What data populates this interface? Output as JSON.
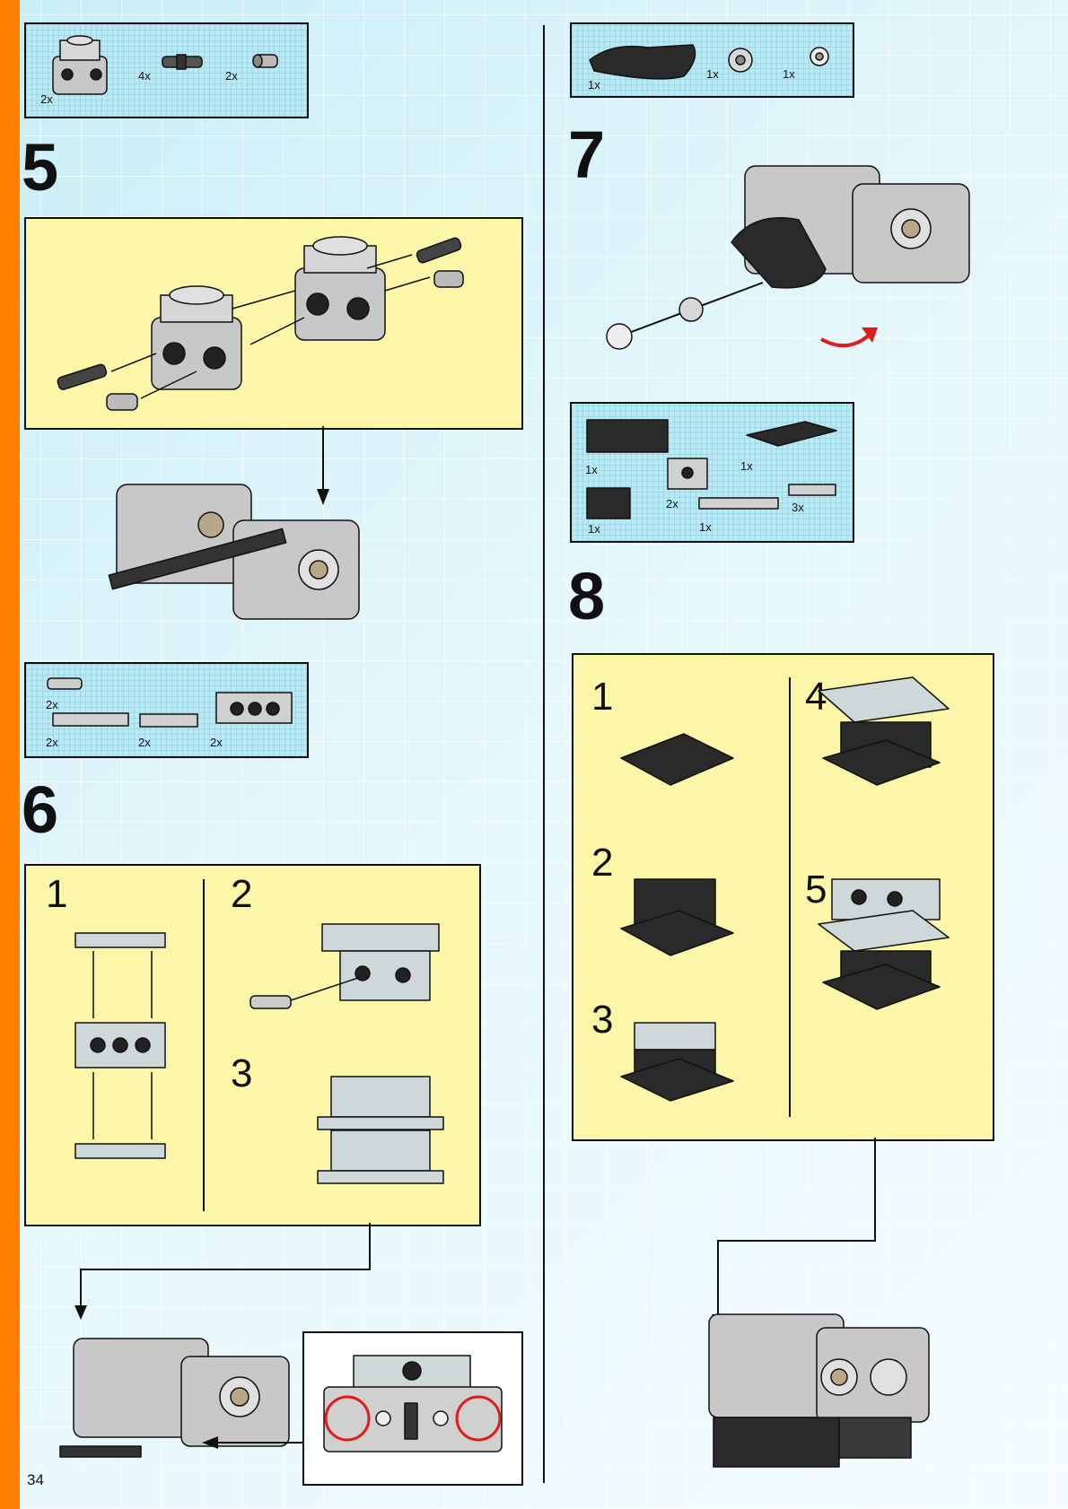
{
  "page_number": "34",
  "steps": [
    {
      "number": "5"
    },
    {
      "number": "6"
    },
    {
      "number": "7"
    },
    {
      "number": "8"
    }
  ],
  "parts_lists": {
    "step5": [
      "2x",
      "4x",
      "2x"
    ],
    "step6": [
      "2x",
      "2x",
      "2x",
      "2x"
    ],
    "step7": [
      "1x",
      "1x",
      "1x"
    ],
    "step8": [
      "1x",
      "1x",
      "2x",
      "1x",
      "1x",
      "3x"
    ]
  },
  "sub_steps": {
    "step6": [
      "1",
      "2",
      "3"
    ],
    "step8": [
      "1",
      "2",
      "3",
      "4",
      "5"
    ]
  },
  "colors": {
    "accent_orange": "#ff7f00",
    "panel_yellow": "#fbf6a8",
    "parts_blue": "#b9e9f4",
    "highlight_red": "#e11a1a"
  }
}
